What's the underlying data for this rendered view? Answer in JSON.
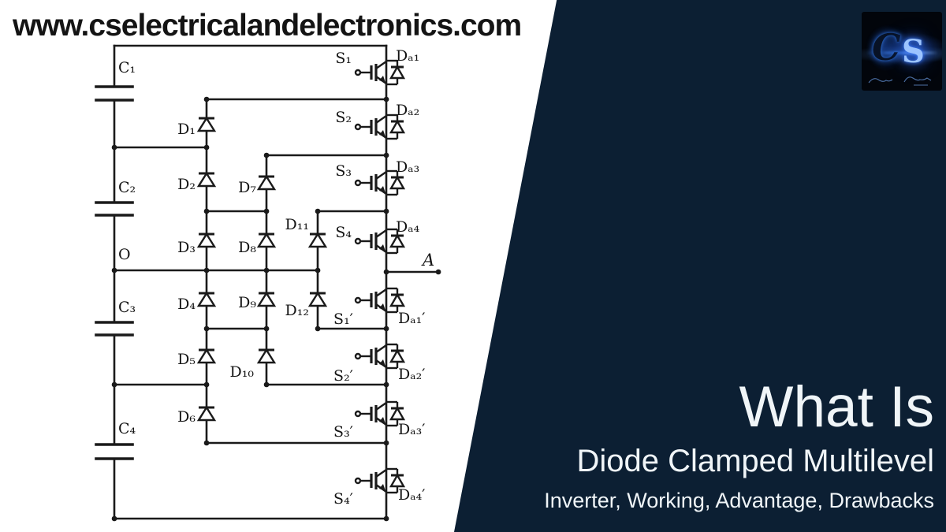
{
  "website": "www.cselectricalandelectronics.com",
  "panel": {
    "title_line1": "What Is",
    "title_line2": "Diode Clamped Multilevel",
    "title_line3": "Inverter, Working, Advantage, Drawbacks",
    "bg_color": "#0c1f33",
    "text_color": "#f0f5f8"
  },
  "logo": {
    "letter_c": "C",
    "letter_s": "S",
    "glow_color": "#3d7dff"
  },
  "circuit": {
    "ink_color": "#1a1a1a",
    "capacitors": [
      "C₁",
      "C₂",
      "C₃",
      "C₄"
    ],
    "neutral": "O",
    "output": "A",
    "clamp_diodes": [
      "D₁",
      "D₂",
      "D₃",
      "D₄",
      "D₅",
      "D₆",
      "D₇",
      "D₈",
      "D₉",
      "D₁₀",
      "D₁₁",
      "D₁₂"
    ],
    "switches_upper": [
      "S₁",
      "S₂",
      "S₃",
      "S₄"
    ],
    "switches_lower": [
      "S₁′",
      "S₂′",
      "S₃′",
      "S₄′"
    ],
    "antiparallel_upper": [
      "Dₐ₁",
      "Dₐ₂",
      "Dₐ₃",
      "Dₐ₄"
    ],
    "antiparallel_lower": [
      "Dₐ₁′",
      "Dₐ₂′",
      "Dₐ₃′",
      "Dₐ₄′"
    ]
  }
}
